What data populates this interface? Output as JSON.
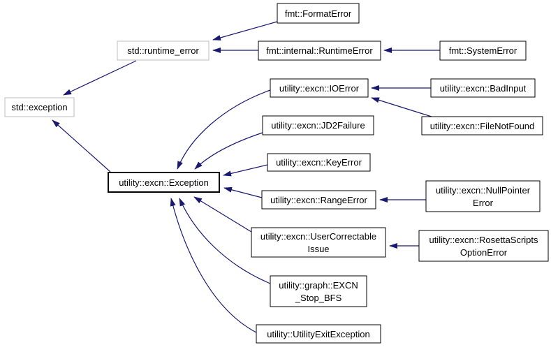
{
  "diagram": {
    "type": "class-inheritance-graph",
    "background_color": "#ffffff",
    "edge_color": "#191970",
    "external_node_border_color": "#bebebe",
    "node_border_color": "#000000",
    "focus_node_border_color": "#000000",
    "nodes": [
      {
        "id": "std-exception",
        "lines": [
          "std::exception"
        ]
      },
      {
        "id": "std-runtime-error",
        "lines": [
          "std::runtime_error"
        ]
      },
      {
        "id": "fmt-format-error",
        "lines": [
          "fmt::FormatError"
        ]
      },
      {
        "id": "fmt-internal-runtime-error",
        "lines": [
          "fmt::internal::RuntimeError"
        ]
      },
      {
        "id": "fmt-system-error",
        "lines": [
          "fmt::SystemError"
        ]
      },
      {
        "id": "utility-excn-ioerror",
        "lines": [
          "utility::excn::IOError"
        ]
      },
      {
        "id": "utility-excn-badinput",
        "lines": [
          "utility::excn::BadInput"
        ]
      },
      {
        "id": "utility-excn-jd2failure",
        "lines": [
          "utility::excn::JD2Failure"
        ]
      },
      {
        "id": "utility-excn-filenotfound",
        "lines": [
          "utility::excn::FileNotFound"
        ]
      },
      {
        "id": "utility-excn-keyerror",
        "lines": [
          "utility::excn::KeyError"
        ]
      },
      {
        "id": "utility-excn-exception",
        "lines": [
          "utility::excn::Exception"
        ]
      },
      {
        "id": "utility-excn-rangeerror",
        "lines": [
          "utility::excn::RangeError"
        ]
      },
      {
        "id": "utility-excn-nullpointer-error",
        "lines": [
          "utility::excn::NullPointer",
          "Error"
        ]
      },
      {
        "id": "utility-excn-usercorrectable-issue",
        "lines": [
          "utility::excn::UserCorrectable",
          "Issue"
        ]
      },
      {
        "id": "utility-excn-rosettascripts-optionerror",
        "lines": [
          "utility::excn::RosettaScripts",
          "OptionError"
        ]
      },
      {
        "id": "utility-graph-excn-stop-bfs",
        "lines": [
          "utility::graph::EXCN",
          "_Stop_BFS"
        ]
      },
      {
        "id": "utility-utilityexitexception",
        "lines": [
          "utility::UtilityExitException"
        ]
      }
    ],
    "edges": [
      {
        "from": "std::runtime_error",
        "to": "std::exception"
      },
      {
        "from": "fmt::FormatError",
        "to": "std::runtime_error"
      },
      {
        "from": "fmt::internal::RuntimeError",
        "to": "std::runtime_error"
      },
      {
        "from": "fmt::SystemError",
        "to": "fmt::internal::RuntimeError"
      },
      {
        "from": "utility::excn::Exception",
        "to": "std::exception"
      },
      {
        "from": "utility::excn::IOError",
        "to": "utility::excn::Exception"
      },
      {
        "from": "utility::excn::BadInput",
        "to": "utility::excn::IOError"
      },
      {
        "from": "utility::excn::FileNotFound",
        "to": "utility::excn::IOError"
      },
      {
        "from": "utility::excn::JD2Failure",
        "to": "utility::excn::Exception"
      },
      {
        "from": "utility::excn::KeyError",
        "to": "utility::excn::Exception"
      },
      {
        "from": "utility::excn::RangeError",
        "to": "utility::excn::Exception"
      },
      {
        "from": "utility::excn::NullPointerError",
        "to": "utility::excn::RangeError"
      },
      {
        "from": "utility::excn::UserCorrectableIssue",
        "to": "utility::excn::Exception"
      },
      {
        "from": "utility::excn::RosettaScriptsOptionError",
        "to": "utility::excn::UserCorrectableIssue"
      },
      {
        "from": "utility::graph::EXCN_Stop_BFS",
        "to": "utility::excn::Exception"
      },
      {
        "from": "utility::UtilityExitException",
        "to": "utility::excn::Exception"
      }
    ]
  }
}
